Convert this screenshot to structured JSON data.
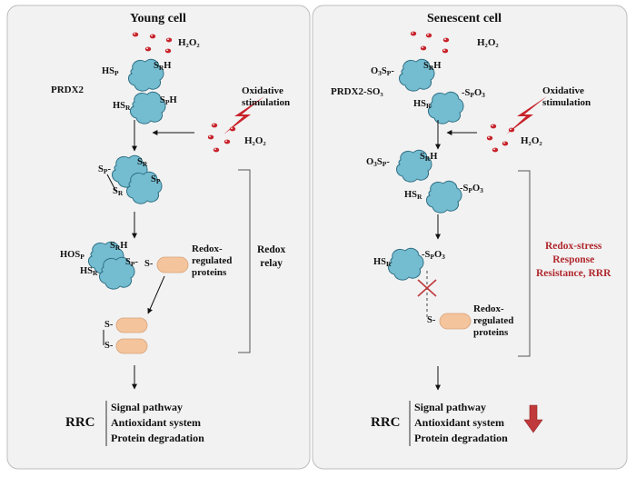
{
  "young": {
    "title": "Young cell",
    "h2o2_top": "H₂O₂",
    "prdx": "PRDX2",
    "oxidative": [
      "Oxidative",
      "stimulation"
    ],
    "h2o2_side": "H₂O₂",
    "redox_relay": [
      "Redox",
      "relay"
    ],
    "proteins": [
      "Redox-",
      "regulated",
      "proteins"
    ],
    "rrc": "RRC",
    "outcomes": [
      "Signal pathway",
      "Antioxidant system",
      "Protein degradation"
    ],
    "chem": {
      "hsp": "HS",
      "srh": "S",
      "hsr": "HS",
      "sph": "S",
      "sp1": "S",
      "sr1": "S",
      "sr2": "S",
      "sp2": "S",
      "hosp": "HOS",
      "srh2": "S",
      "hsr2": "HS",
      "sp3": "S-",
      "s_prot": "S-",
      "s_a": "S-",
      "s_b": "S-"
    }
  },
  "senescent": {
    "title": "Senescent cell",
    "h2o2_top": "H₂O₂",
    "prdx": "PRDX2-SO₃",
    "oxidative": [
      "Oxidative",
      "stimulation"
    ],
    "h2o2_side": "H₂O₂",
    "rrr": [
      "Redox-stress",
      "Response",
      "Resistance, RRR"
    ],
    "proteins": [
      "Redox-",
      "regulated",
      "proteins"
    ],
    "rrc": "RRC",
    "outcomes": [
      "Signal pathway",
      "Antioxidant system",
      "Protein degradation"
    ]
  },
  "colors": {
    "prdx_fill": "#74bcd0",
    "prdx_stroke": "#2f6f84",
    "protein_fill": "#f4c49c",
    "droplet": "#c8232b",
    "bolt": "#c8232b",
    "down_arrow": "#c0393b",
    "rrr_text": "#b0282e"
  },
  "icons": [
    "h2o2-molecule-icon",
    "lightning-bolt-icon",
    "prdx2-protein-icon",
    "redox-protein-icon",
    "down-arrow-icon",
    "block-x-icon"
  ]
}
